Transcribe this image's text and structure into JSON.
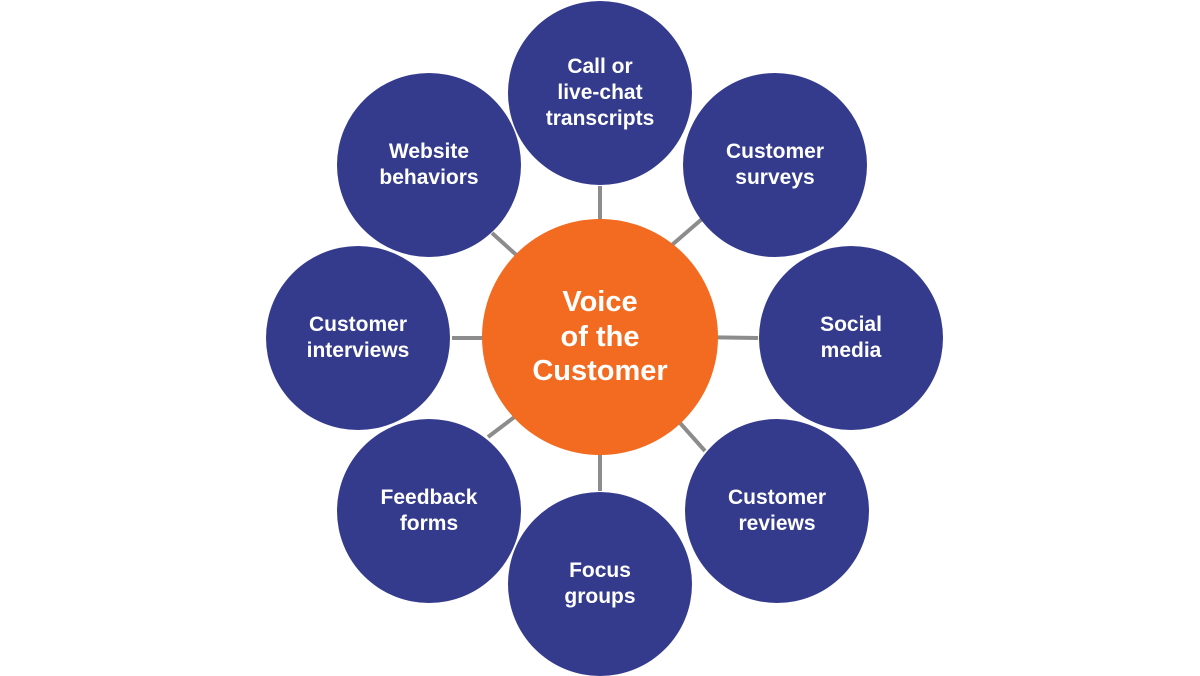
{
  "colors": {
    "outer_fill": "#343B8D",
    "center_fill": "#F26B21",
    "arrow": "#8C8C8C",
    "text": "#FFFFFF"
  },
  "center": {
    "label": "Voice\nof the\nCustomer"
  },
  "sources": [
    {
      "id": "top",
      "label": "Call or\nlive-chat\ntranscripts"
    },
    {
      "id": "tr",
      "label": "Customer\nsurveys"
    },
    {
      "id": "right",
      "label": "Social\nmedia"
    },
    {
      "id": "br",
      "label": "Customer\nreviews"
    },
    {
      "id": "bottom",
      "label": "Focus\ngroups"
    },
    {
      "id": "bl",
      "label": "Feedback\nforms"
    },
    {
      "id": "left",
      "label": "Customer\ninterviews"
    },
    {
      "id": "tl",
      "label": "Website\nbehaviors"
    }
  ]
}
